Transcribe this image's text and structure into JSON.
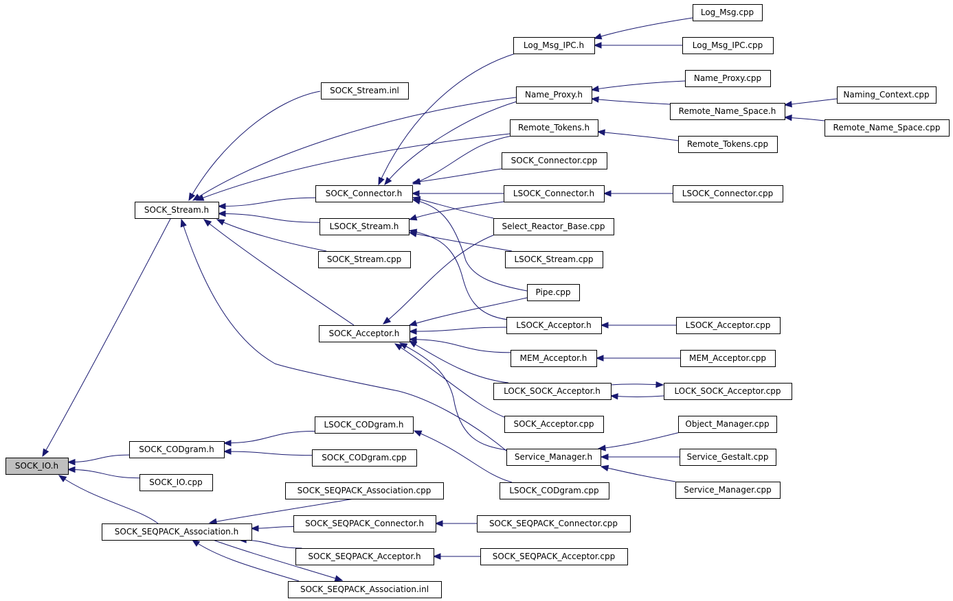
{
  "diagram": {
    "nodes": [
      {
        "id": "SOCK_IO_h",
        "label": "SOCK_IO.h"
      },
      {
        "id": "SOCK_Stream_h",
        "label": "SOCK_Stream.h"
      },
      {
        "id": "SOCK_CODgram_h",
        "label": "SOCK_CODgram.h"
      },
      {
        "id": "SOCK_IO_cpp",
        "label": "SOCK_IO.cpp"
      },
      {
        "id": "SOCK_SEQPACK_Association_h",
        "label": "SOCK_SEQPACK_Association.h"
      },
      {
        "id": "SOCK_Stream_inl",
        "label": "SOCK_Stream.inl"
      },
      {
        "id": "SOCK_Connector_h",
        "label": "SOCK_Connector.h"
      },
      {
        "id": "LSOCK_Stream_h",
        "label": "LSOCK_Stream.h"
      },
      {
        "id": "SOCK_Stream_cpp",
        "label": "SOCK_Stream.cpp"
      },
      {
        "id": "SOCK_Acceptor_h",
        "label": "SOCK_Acceptor.h"
      },
      {
        "id": "LSOCK_CODgram_h",
        "label": "LSOCK_CODgram.h"
      },
      {
        "id": "SOCK_CODgram_cpp",
        "label": "SOCK_CODgram.cpp"
      },
      {
        "id": "SOCK_SEQPACK_Association_cpp",
        "label": "SOCK_SEQPACK_Association.cpp"
      },
      {
        "id": "SOCK_SEQPACK_Connector_h",
        "label": "SOCK_SEQPACK_Connector.h"
      },
      {
        "id": "SOCK_SEQPACK_Acceptor_h",
        "label": "SOCK_SEQPACK_Acceptor.h"
      },
      {
        "id": "SOCK_SEQPACK_Association_inl",
        "label": "SOCK_SEQPACK_Association.inl"
      },
      {
        "id": "Log_Msg_IPC_h",
        "label": "Log_Msg_IPC.h"
      },
      {
        "id": "Name_Proxy_h",
        "label": "Name_Proxy.h"
      },
      {
        "id": "Remote_Tokens_h",
        "label": "Remote_Tokens.h"
      },
      {
        "id": "SOCK_Connector_cpp",
        "label": "SOCK_Connector.cpp"
      },
      {
        "id": "LSOCK_Connector_h",
        "label": "LSOCK_Connector.h"
      },
      {
        "id": "Select_Reactor_Base_cpp",
        "label": "Select_Reactor_Base.cpp"
      },
      {
        "id": "LSOCK_Stream_cpp",
        "label": "LSOCK_Stream.cpp"
      },
      {
        "id": "Pipe_cpp",
        "label": "Pipe.cpp"
      },
      {
        "id": "LSOCK_Acceptor_h",
        "label": "LSOCK_Acceptor.h"
      },
      {
        "id": "MEM_Acceptor_h",
        "label": "MEM_Acceptor.h"
      },
      {
        "id": "LOCK_SOCK_Acceptor_h",
        "label": "LOCK_SOCK_Acceptor.h"
      },
      {
        "id": "SOCK_Acceptor_cpp",
        "label": "SOCK_Acceptor.cpp"
      },
      {
        "id": "Service_Manager_h",
        "label": "Service_Manager.h"
      },
      {
        "id": "LSOCK_CODgram_cpp",
        "label": "LSOCK_CODgram.cpp"
      },
      {
        "id": "SOCK_SEQPACK_Connector_cpp",
        "label": "SOCK_SEQPACK_Connector.cpp"
      },
      {
        "id": "SOCK_SEQPACK_Acceptor_cpp",
        "label": "SOCK_SEQPACK_Acceptor.cpp"
      },
      {
        "id": "Log_Msg_cpp",
        "label": "Log_Msg.cpp"
      },
      {
        "id": "Log_Msg_IPC_cpp",
        "label": "Log_Msg_IPC.cpp"
      },
      {
        "id": "Name_Proxy_cpp",
        "label": "Name_Proxy.cpp"
      },
      {
        "id": "Remote_Name_Space_h",
        "label": "Remote_Name_Space.h"
      },
      {
        "id": "Remote_Tokens_cpp",
        "label": "Remote_Tokens.cpp"
      },
      {
        "id": "LSOCK_Connector_cpp",
        "label": "LSOCK_Connector.cpp"
      },
      {
        "id": "LSOCK_Acceptor_cpp",
        "label": "LSOCK_Acceptor.cpp"
      },
      {
        "id": "MEM_Acceptor_cpp",
        "label": "MEM_Acceptor.cpp"
      },
      {
        "id": "LOCK_SOCK_Acceptor_cpp",
        "label": "LOCK_SOCK_Acceptor.cpp"
      },
      {
        "id": "Object_Manager_cpp",
        "label": "Object_Manager.cpp"
      },
      {
        "id": "Service_Gestalt_cpp",
        "label": "Service_Gestalt.cpp"
      },
      {
        "id": "Service_Manager_cpp",
        "label": "Service_Manager.cpp"
      },
      {
        "id": "Naming_Context_cpp",
        "label": "Naming_Context.cpp"
      },
      {
        "id": "Remote_Name_Space_cpp",
        "label": "Remote_Name_Space.cpp"
      }
    ],
    "root": "SOCK_IO_h",
    "edges": [
      {
        "from": "SOCK_Stream_h",
        "to": "SOCK_IO_h"
      },
      {
        "from": "SOCK_CODgram_h",
        "to": "SOCK_IO_h"
      },
      {
        "from": "SOCK_IO_cpp",
        "to": "SOCK_IO_h"
      },
      {
        "from": "SOCK_SEQPACK_Association_h",
        "to": "SOCK_IO_h"
      },
      {
        "from": "SOCK_Stream_inl",
        "to": "SOCK_Stream_h"
      },
      {
        "from": "SOCK_Connector_h",
        "to": "SOCK_Stream_h"
      },
      {
        "from": "LSOCK_Stream_h",
        "to": "SOCK_Stream_h"
      },
      {
        "from": "SOCK_Stream_cpp",
        "to": "SOCK_Stream_h"
      },
      {
        "from": "SOCK_Acceptor_h",
        "to": "SOCK_Stream_h"
      },
      {
        "from": "Name_Proxy_h",
        "to": "SOCK_Stream_h"
      },
      {
        "from": "Remote_Tokens_h",
        "to": "SOCK_Stream_h"
      },
      {
        "from": "Service_Manager_h",
        "to": "SOCK_Stream_h"
      },
      {
        "from": "Log_Msg_IPC_h",
        "to": "SOCK_Connector_h"
      },
      {
        "from": "Name_Proxy_h",
        "to": "SOCK_Connector_h"
      },
      {
        "from": "Remote_Tokens_h",
        "to": "SOCK_Connector_h"
      },
      {
        "from": "SOCK_Connector_cpp",
        "to": "SOCK_Connector_h"
      },
      {
        "from": "LSOCK_Connector_h",
        "to": "SOCK_Connector_h"
      },
      {
        "from": "Select_Reactor_Base_cpp",
        "to": "SOCK_Connector_h"
      },
      {
        "from": "Pipe_cpp",
        "to": "SOCK_Connector_h"
      },
      {
        "from": "LSOCK_Connector_h",
        "to": "LSOCK_Stream_h"
      },
      {
        "from": "LSOCK_Stream_cpp",
        "to": "LSOCK_Stream_h"
      },
      {
        "from": "LSOCK_Acceptor_h",
        "to": "LSOCK_Stream_h"
      },
      {
        "from": "Select_Reactor_Base_cpp",
        "to": "SOCK_Acceptor_h"
      },
      {
        "from": "Pipe_cpp",
        "to": "SOCK_Acceptor_h"
      },
      {
        "from": "LSOCK_Acceptor_h",
        "to": "SOCK_Acceptor_h"
      },
      {
        "from": "MEM_Acceptor_h",
        "to": "SOCK_Acceptor_h"
      },
      {
        "from": "LOCK_SOCK_Acceptor_h",
        "to": "SOCK_Acceptor_h"
      },
      {
        "from": "SOCK_Acceptor_cpp",
        "to": "SOCK_Acceptor_h"
      },
      {
        "from": "Service_Manager_h",
        "to": "SOCK_Acceptor_h"
      },
      {
        "from": "LSOCK_CODgram_h",
        "to": "SOCK_CODgram_h"
      },
      {
        "from": "SOCK_CODgram_cpp",
        "to": "SOCK_CODgram_h"
      },
      {
        "from": "LSOCK_CODgram_cpp",
        "to": "LSOCK_CODgram_h"
      },
      {
        "from": "SOCK_SEQPACK_Association_cpp",
        "to": "SOCK_SEQPACK_Association_h"
      },
      {
        "from": "SOCK_SEQPACK_Connector_h",
        "to": "SOCK_SEQPACK_Association_h"
      },
      {
        "from": "SOCK_SEQPACK_Acceptor_h",
        "to": "SOCK_SEQPACK_Association_h"
      },
      {
        "from": "SOCK_SEQPACK_Association_inl",
        "to": "SOCK_SEQPACK_Association_h"
      },
      {
        "from": "SOCK_SEQPACK_Association_h",
        "to": "SOCK_SEQPACK_Association_inl"
      },
      {
        "from": "SOCK_SEQPACK_Connector_cpp",
        "to": "SOCK_SEQPACK_Connector_h"
      },
      {
        "from": "SOCK_SEQPACK_Acceptor_cpp",
        "to": "SOCK_SEQPACK_Acceptor_h"
      },
      {
        "from": "Log_Msg_cpp",
        "to": "Log_Msg_IPC_h"
      },
      {
        "from": "Log_Msg_IPC_cpp",
        "to": "Log_Msg_IPC_h"
      },
      {
        "from": "Name_Proxy_cpp",
        "to": "Name_Proxy_h"
      },
      {
        "from": "Remote_Name_Space_h",
        "to": "Name_Proxy_h"
      },
      {
        "from": "Naming_Context_cpp",
        "to": "Remote_Name_Space_h"
      },
      {
        "from": "Remote_Name_Space_cpp",
        "to": "Remote_Name_Space_h"
      },
      {
        "from": "Remote_Tokens_cpp",
        "to": "Remote_Tokens_h"
      },
      {
        "from": "LSOCK_Connector_cpp",
        "to": "LSOCK_Connector_h"
      },
      {
        "from": "LSOCK_Acceptor_cpp",
        "to": "LSOCK_Acceptor_h"
      },
      {
        "from": "MEM_Acceptor_cpp",
        "to": "MEM_Acceptor_h"
      },
      {
        "from": "LOCK_SOCK_Acceptor_cpp",
        "to": "LOCK_SOCK_Acceptor_h"
      },
      {
        "from": "LOCK_SOCK_Acceptor_h",
        "to": "LOCK_SOCK_Acceptor_cpp"
      },
      {
        "from": "Object_Manager_cpp",
        "to": "Service_Manager_h"
      },
      {
        "from": "Service_Gestalt_cpp",
        "to": "Service_Manager_h"
      },
      {
        "from": "Service_Manager_cpp",
        "to": "Service_Manager_h"
      }
    ],
    "colors": {
      "edge": "#191970",
      "root_fill": "#bfbfbf",
      "node_fill": "#ffffff",
      "border": "#000000"
    }
  }
}
